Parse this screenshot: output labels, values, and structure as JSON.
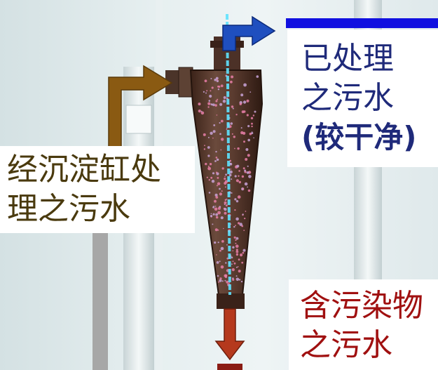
{
  "labels": {
    "treated": {
      "lines": [
        "已处理",
        "之污水",
        "(较干净)"
      ]
    },
    "input": {
      "lines": [
        "经沉淀缸处",
        "理之污水"
      ]
    },
    "dirty": {
      "lines": [
        "含污染物",
        "之污水"
      ]
    }
  },
  "colors": {
    "treated_arrow": "#1f4fbf",
    "input_arrow": "#8a5a12",
    "output_arrow": "#b5391d",
    "top_bar": "#1010e0",
    "vortex": "#5fe3ff"
  },
  "icons": {
    "treated_arrow": "arrow-up-right",
    "input_arrow": "arrow-bent-right",
    "output_arrow": "arrow-down"
  }
}
